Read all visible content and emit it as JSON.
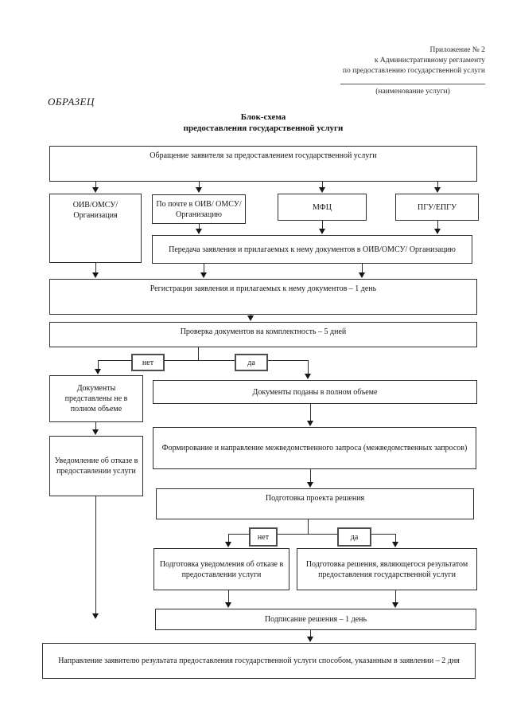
{
  "header": {
    "line1": "Приложение № 2",
    "line2": "к Административному регламенту",
    "line3": "по предоставлению государственной услуги",
    "caption": "(наименование услуги)"
  },
  "sample_mark": "ОБРАЗЕЦ",
  "title": {
    "line1": "Блок-схема",
    "line2": "предоставления государственной услуги"
  },
  "flowchart": {
    "nodes": {
      "appeal": {
        "label": "Обращение заявителя за предоставлением государственной услуги"
      },
      "oiv": {
        "label": "ОИВ/ОМСУ/ Организация"
      },
      "mail": {
        "label": "По почте в ОИВ/ ОМСУ/Организацию"
      },
      "mfc": {
        "label": "МФЦ"
      },
      "pgu": {
        "label": "ПГУ/ЕПГУ"
      },
      "transfer": {
        "label": "Передача заявления и прилагаемых к нему документов в ОИВ/ОМСУ/ Организацию"
      },
      "registration": {
        "label": "Регистрация заявления и прилагаемых к нему документов – 1 день"
      },
      "check": {
        "label": "Проверка документов на комплектность – 5 дней"
      },
      "docs_incomplete": {
        "label": "Документы представлены не в полном объеме"
      },
      "docs_complete": {
        "label": "Документы поданы в полном объеме"
      },
      "refusal_notice": {
        "label": "Уведомление об отказе в предоставлении услуги"
      },
      "interagency": {
        "label": "Формирование и направление межведомственного запроса (межведомственных запросов)"
      },
      "draft_decision": {
        "label": "Подготовка проекта решения"
      },
      "refusal_prep": {
        "label": "Подготовка уведомления об отказе в предоставлении услуги"
      },
      "decision_prep": {
        "label": "Подготовка решения, являющегося результатом предоставления государственной услуги"
      },
      "signing": {
        "label": "Подписание решения – 1 день"
      },
      "dispatch": {
        "label": "Направление заявителю результата предоставления государственной услуги способом, указанным в заявлении – 2 дня"
      }
    },
    "branch_labels": {
      "no1": "нет",
      "yes1": "да",
      "no2": "нет",
      "yes2": "да"
    }
  }
}
